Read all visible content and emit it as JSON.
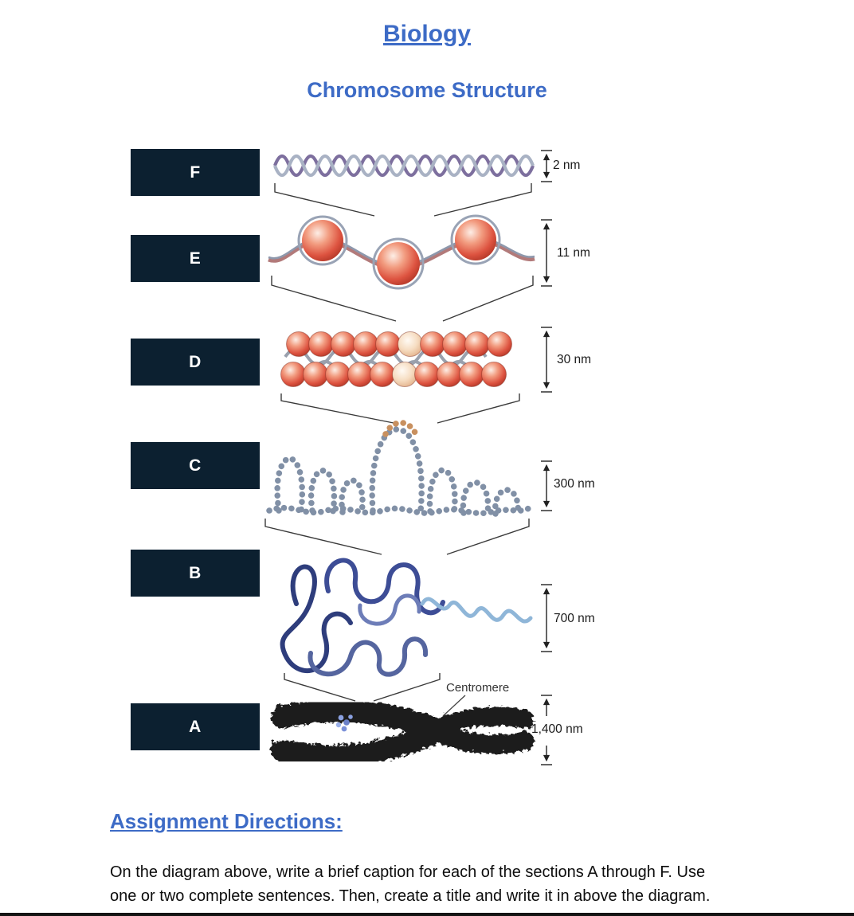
{
  "header": {
    "title": "Biology",
    "subtitle": "Chromosome Structure"
  },
  "diagram": {
    "rows": [
      {
        "label": "F",
        "measurement": "2 nm",
        "structure": "dna-double-helix"
      },
      {
        "label": "E",
        "measurement": "11 nm",
        "structure": "nucleosomes-beads-on-string"
      },
      {
        "label": "D",
        "measurement": "30 nm",
        "structure": "30nm-chromatin-fiber"
      },
      {
        "label": "C",
        "measurement": "300 nm",
        "structure": "looped-domains"
      },
      {
        "label": "B",
        "measurement": "700 nm",
        "structure": "condensed-chromatin"
      },
      {
        "label": "A",
        "measurement": "1,400 nm",
        "structure": "metaphase-chromosome"
      }
    ],
    "annotations": {
      "centromere": "Centromere"
    },
    "colors": {
      "label_box": "#0c2030",
      "heading_blue": "#3d6bc6",
      "nucleosome_red": "#dd5340",
      "chromatin_navy": "#3d4d96",
      "chromosome_black": "#1f1f1f"
    }
  },
  "directions": {
    "heading": "Assignment Directions:",
    "lines": [
      "On the diagram above, write a brief caption for each of the sections A through F.  Use",
      "one or two complete sentences. Then, create a title and write it in above the diagram."
    ]
  }
}
